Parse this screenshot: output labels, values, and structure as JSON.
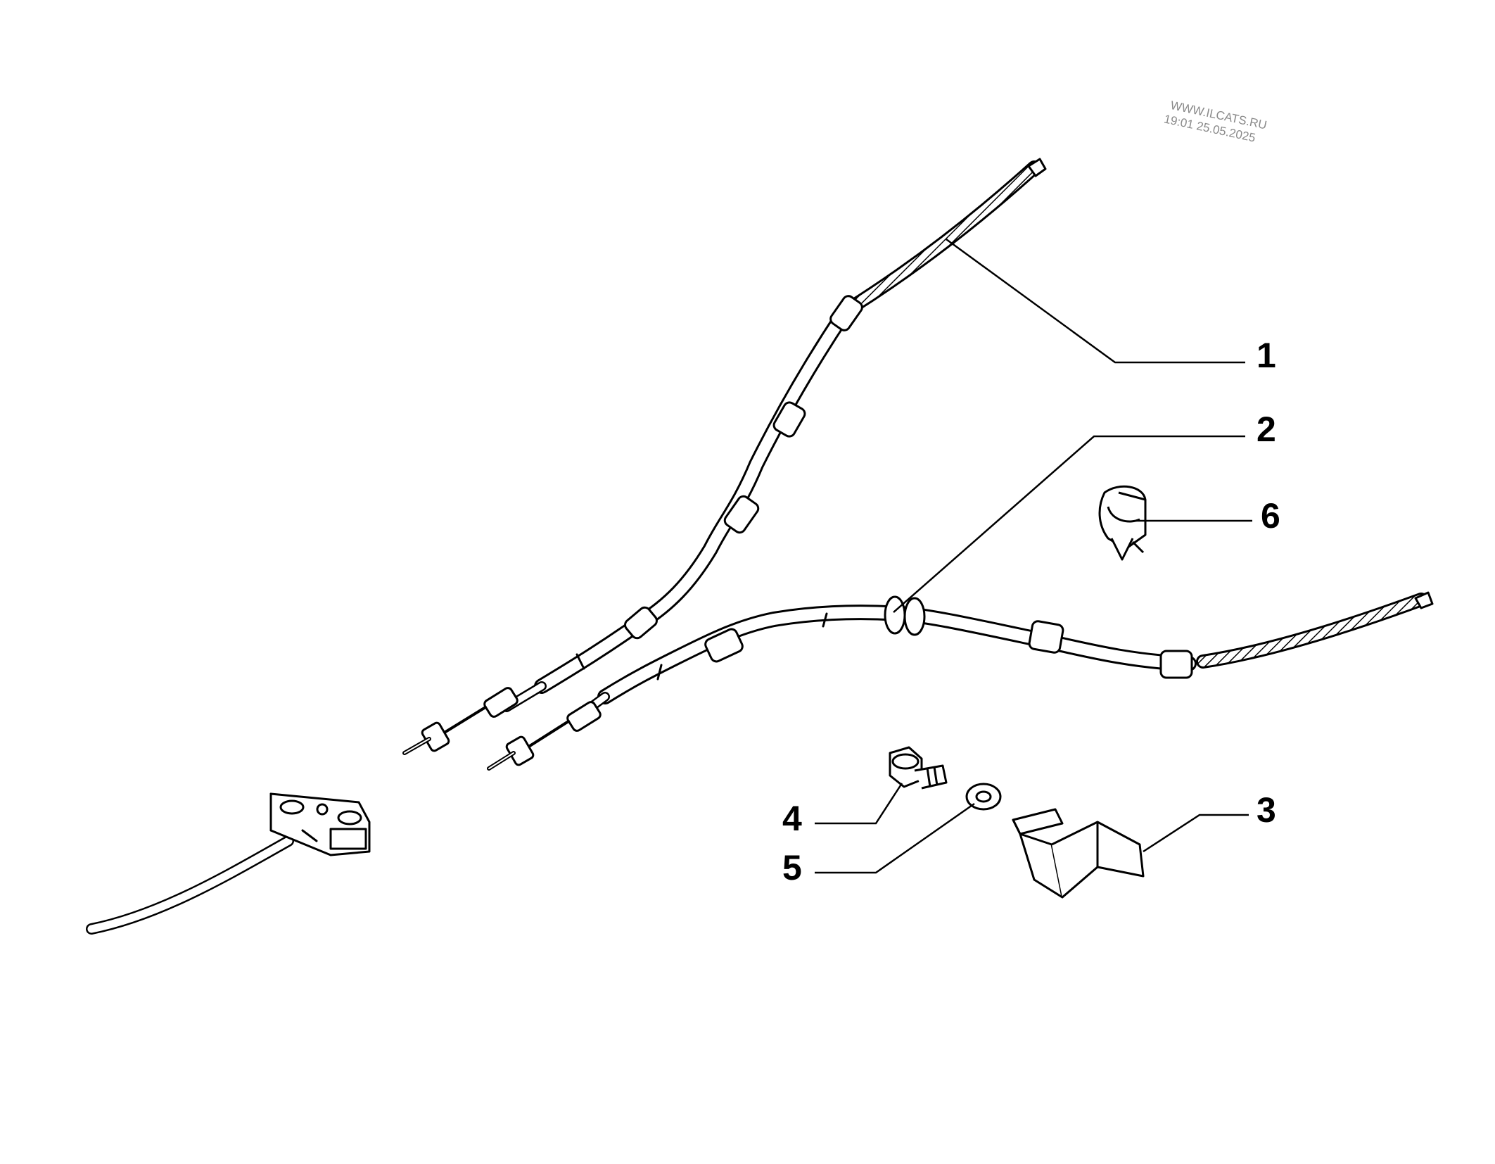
{
  "watermark": {
    "line1": "WWW.ILCATS.RU",
    "line2": "19:01 25.05.2025"
  },
  "callouts": [
    {
      "id": "1",
      "label": "1",
      "part": "cable-upper-icon"
    },
    {
      "id": "2",
      "label": "2",
      "part": "cable-lower-icon"
    },
    {
      "id": "3",
      "label": "3",
      "part": "bracket-icon"
    },
    {
      "id": "4",
      "label": "4",
      "part": "bolt-icon"
    },
    {
      "id": "5",
      "label": "5",
      "part": "washer-icon"
    },
    {
      "id": "6",
      "label": "6",
      "part": "clip-icon"
    }
  ],
  "colors": {
    "line": "#000000",
    "background": "#ffffff",
    "watermark": "#8a8a8a"
  }
}
